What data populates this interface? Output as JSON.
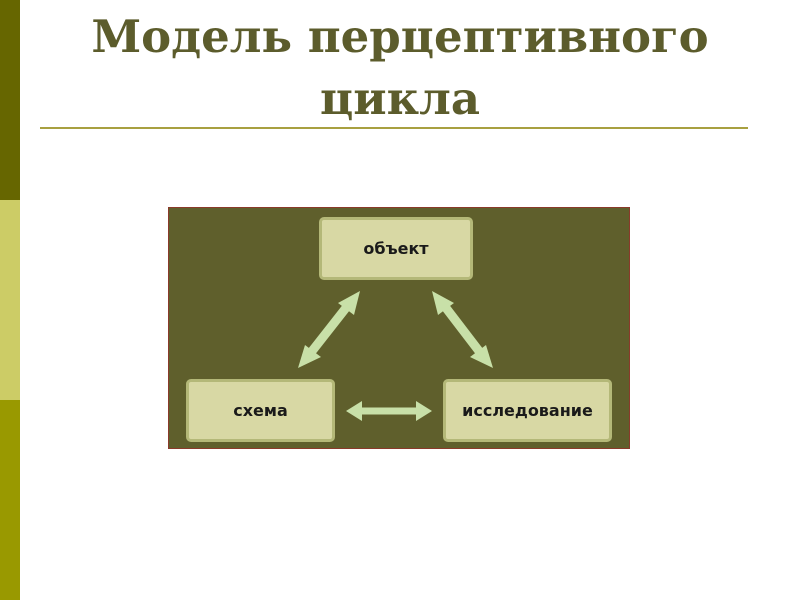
{
  "slide": {
    "title": "Модель перцептивного цикла"
  },
  "diagram": {
    "nodes": {
      "object": "объект",
      "schema": "схема",
      "exploration": "исследование"
    }
  },
  "colors": {
    "title": "#5c5c2c",
    "panel_background": "#5f5f2c",
    "node_fill": "#d8d8a4",
    "node_border": "#b4b878",
    "arrow": "#c8e0a8",
    "sidebar_dark": "#666600",
    "sidebar_light": "#cccc66",
    "sidebar_mid": "#999900"
  }
}
